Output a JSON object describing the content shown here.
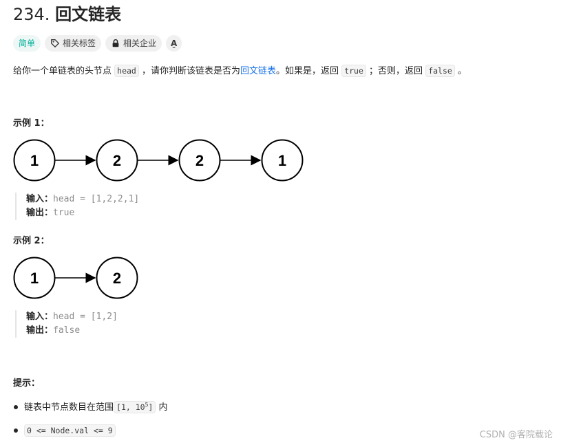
{
  "problem": {
    "number": "234.",
    "title": "回文链表"
  },
  "tags": {
    "difficulty": "简单",
    "related_topics": "相关标签",
    "related_companies": "相关企业",
    "translate": "A̱"
  },
  "description": {
    "p1": "给你一个单链表的头节点",
    "code_head": "head",
    "p2": "，请你判断该链表是否为",
    "link": "回文链表",
    "p3": "。如果是，返回",
    "code_true": "true",
    "p4": "；否则，返回",
    "code_false": "false",
    "p5": "。"
  },
  "examples": [
    {
      "title": "示例 1：",
      "nodes": [
        "1",
        "2",
        "2",
        "1"
      ],
      "input_label": "输入：",
      "input_value": "head = [1,2,2,1]",
      "output_label": "输出：",
      "output_value": "true"
    },
    {
      "title": "示例 2：",
      "nodes": [
        "1",
        "2"
      ],
      "input_label": "输入：",
      "input_value": "head = [1,2]",
      "output_label": "输出：",
      "output_value": "false"
    }
  ],
  "hints": {
    "title": "提示：",
    "h1_pre": "链表中节点数目在范围",
    "h1_code_a": "[1, 10",
    "h1_sup": "5",
    "h1_code_b": "]",
    "h1_post": "内",
    "h2_code": "0 <= Node.val <= 9"
  },
  "watermark": "CSDN @客院载论",
  "colors": {
    "easy": "#00af9b",
    "link": "#1a73e8",
    "example_value": "#8c8c8c"
  }
}
